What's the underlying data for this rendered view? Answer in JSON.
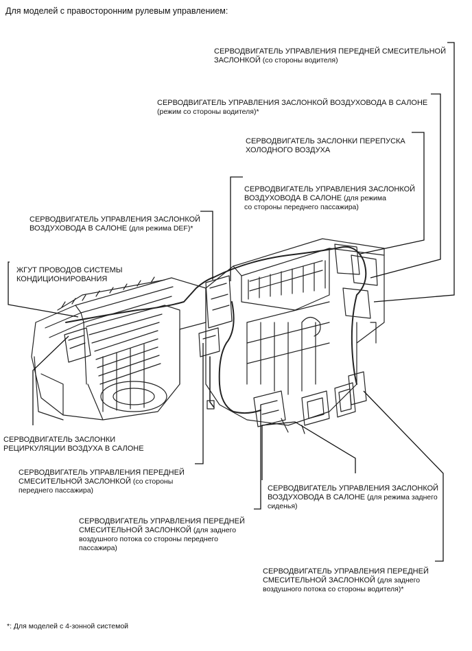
{
  "header": "Для моделей с правосторонним рулевым управлением:",
  "labels": {
    "front_mix_driver": {
      "title": "СЕРВОДВИГАТЕЛЬ УПРАВЛЕНИЯ ПЕРЕДНЕЙ СМЕСИТЕЛЬНОЙ\nЗАСЛОНКОЙ",
      "note": " (со стороны водителя)"
    },
    "mode_driver": {
      "title": "СЕРВОДВИГАТЕЛЬ УПРАВЛЕНИЯ ЗАСЛОНКОЙ ВОЗДУХОВОДА В САЛОНЕ",
      "note": "\n(режим со стороны водителя)*"
    },
    "cold_bypass": {
      "title": "СЕРВОДВИГАТЕЛЬ ЗАСЛОНКИ ПЕРЕПУСКА\nХОЛОДНОГО ВОЗДУХА",
      "note": ""
    },
    "mode_passenger": {
      "title": "СЕРВОДВИГАТЕЛЬ УПРАВЛЕНИЯ ЗАСЛОНКОЙ\nВОЗДУХОВОДА В САЛОНЕ",
      "note": " (для режима\nсо стороны переднего пассажира)"
    },
    "mode_def": {
      "title": "СЕРВОДВИГАТЕЛЬ УПРАВЛЕНИЯ ЗАСЛОНКОЙ\nВОЗДУХОВОДА В САЛОНЕ",
      "note": " (для режима DEF)*"
    },
    "harness": {
      "title": "ЖГУТ ПРОВОДОВ СИСТЕМЫ\nКОНДИЦИОНИРОВАНИЯ",
      "note": ""
    },
    "recirc": {
      "title": "СЕРВОДВИГАТЕЛЬ ЗАСЛОНКИ\nРЕЦИРКУЛЯЦИИ ВОЗДУХА В САЛОНЕ",
      "note": ""
    },
    "front_mix_passenger": {
      "title": "СЕРВОДВИГАТЕЛЬ УПРАВЛЕНИЯ ПЕРЕДНЕЙ\nСМЕСИТЕЛЬНОЙ ЗАСЛОНКОЙ",
      "note": " (со стороны\nпереднего пассажира)"
    },
    "mode_rear": {
      "title": "СЕРВОДВИГАТЕЛЬ УПРАВЛЕНИЯ ЗАСЛОНКОЙ\nВОЗДУХОВОДА В САЛОНЕ",
      "note": " (для режима заднего\nсиденья)"
    },
    "rear_mix_passenger": {
      "title": "СЕРВОДВИГАТЕЛЬ УПРАВЛЕНИЯ ПЕРЕДНЕЙ\nСМЕСИТЕЛЬНОЙ ЗАСЛОНКОЙ",
      "note": " (для заднего\nвоздушного потока со стороны переднего\nпассажира)"
    },
    "rear_mix_driver": {
      "title": "СЕРВОДВИГАТЕЛЬ УПРАВЛЕНИЯ ПЕРЕДНЕЙ\nСМЕСИТЕЛЬНОЙ ЗАСЛОНКОЙ",
      "note": " (для заднего\nвоздушного потока со стороны водителя)*"
    }
  },
  "footnote": "*: Для моделей с 4-зонной системой"
}
